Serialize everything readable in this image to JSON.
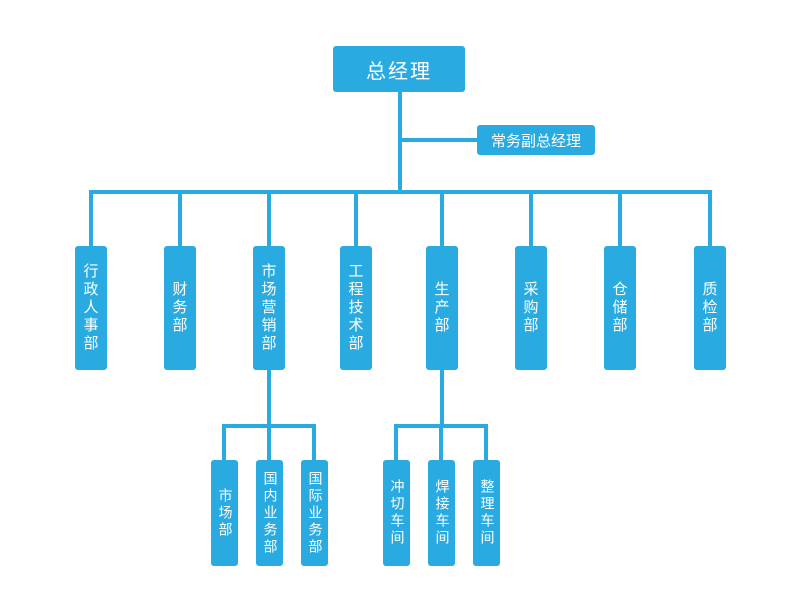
{
  "org": {
    "ceo": "总经理",
    "deputy": "常务副总经理",
    "departments": [
      "行政人事部",
      "财务部",
      "市场营销部",
      "工程技术部",
      "生产部",
      "采购部",
      "仓储部",
      "质检部"
    ],
    "marketing_subs": [
      "市场部",
      "国内业务部",
      "国际业务部"
    ],
    "production_subs": [
      "冲切车间",
      "焊接车间",
      "整理车间"
    ]
  },
  "colors": {
    "box_fill": "#29abe2",
    "line": "#29abe2",
    "text": "#ffffff"
  }
}
